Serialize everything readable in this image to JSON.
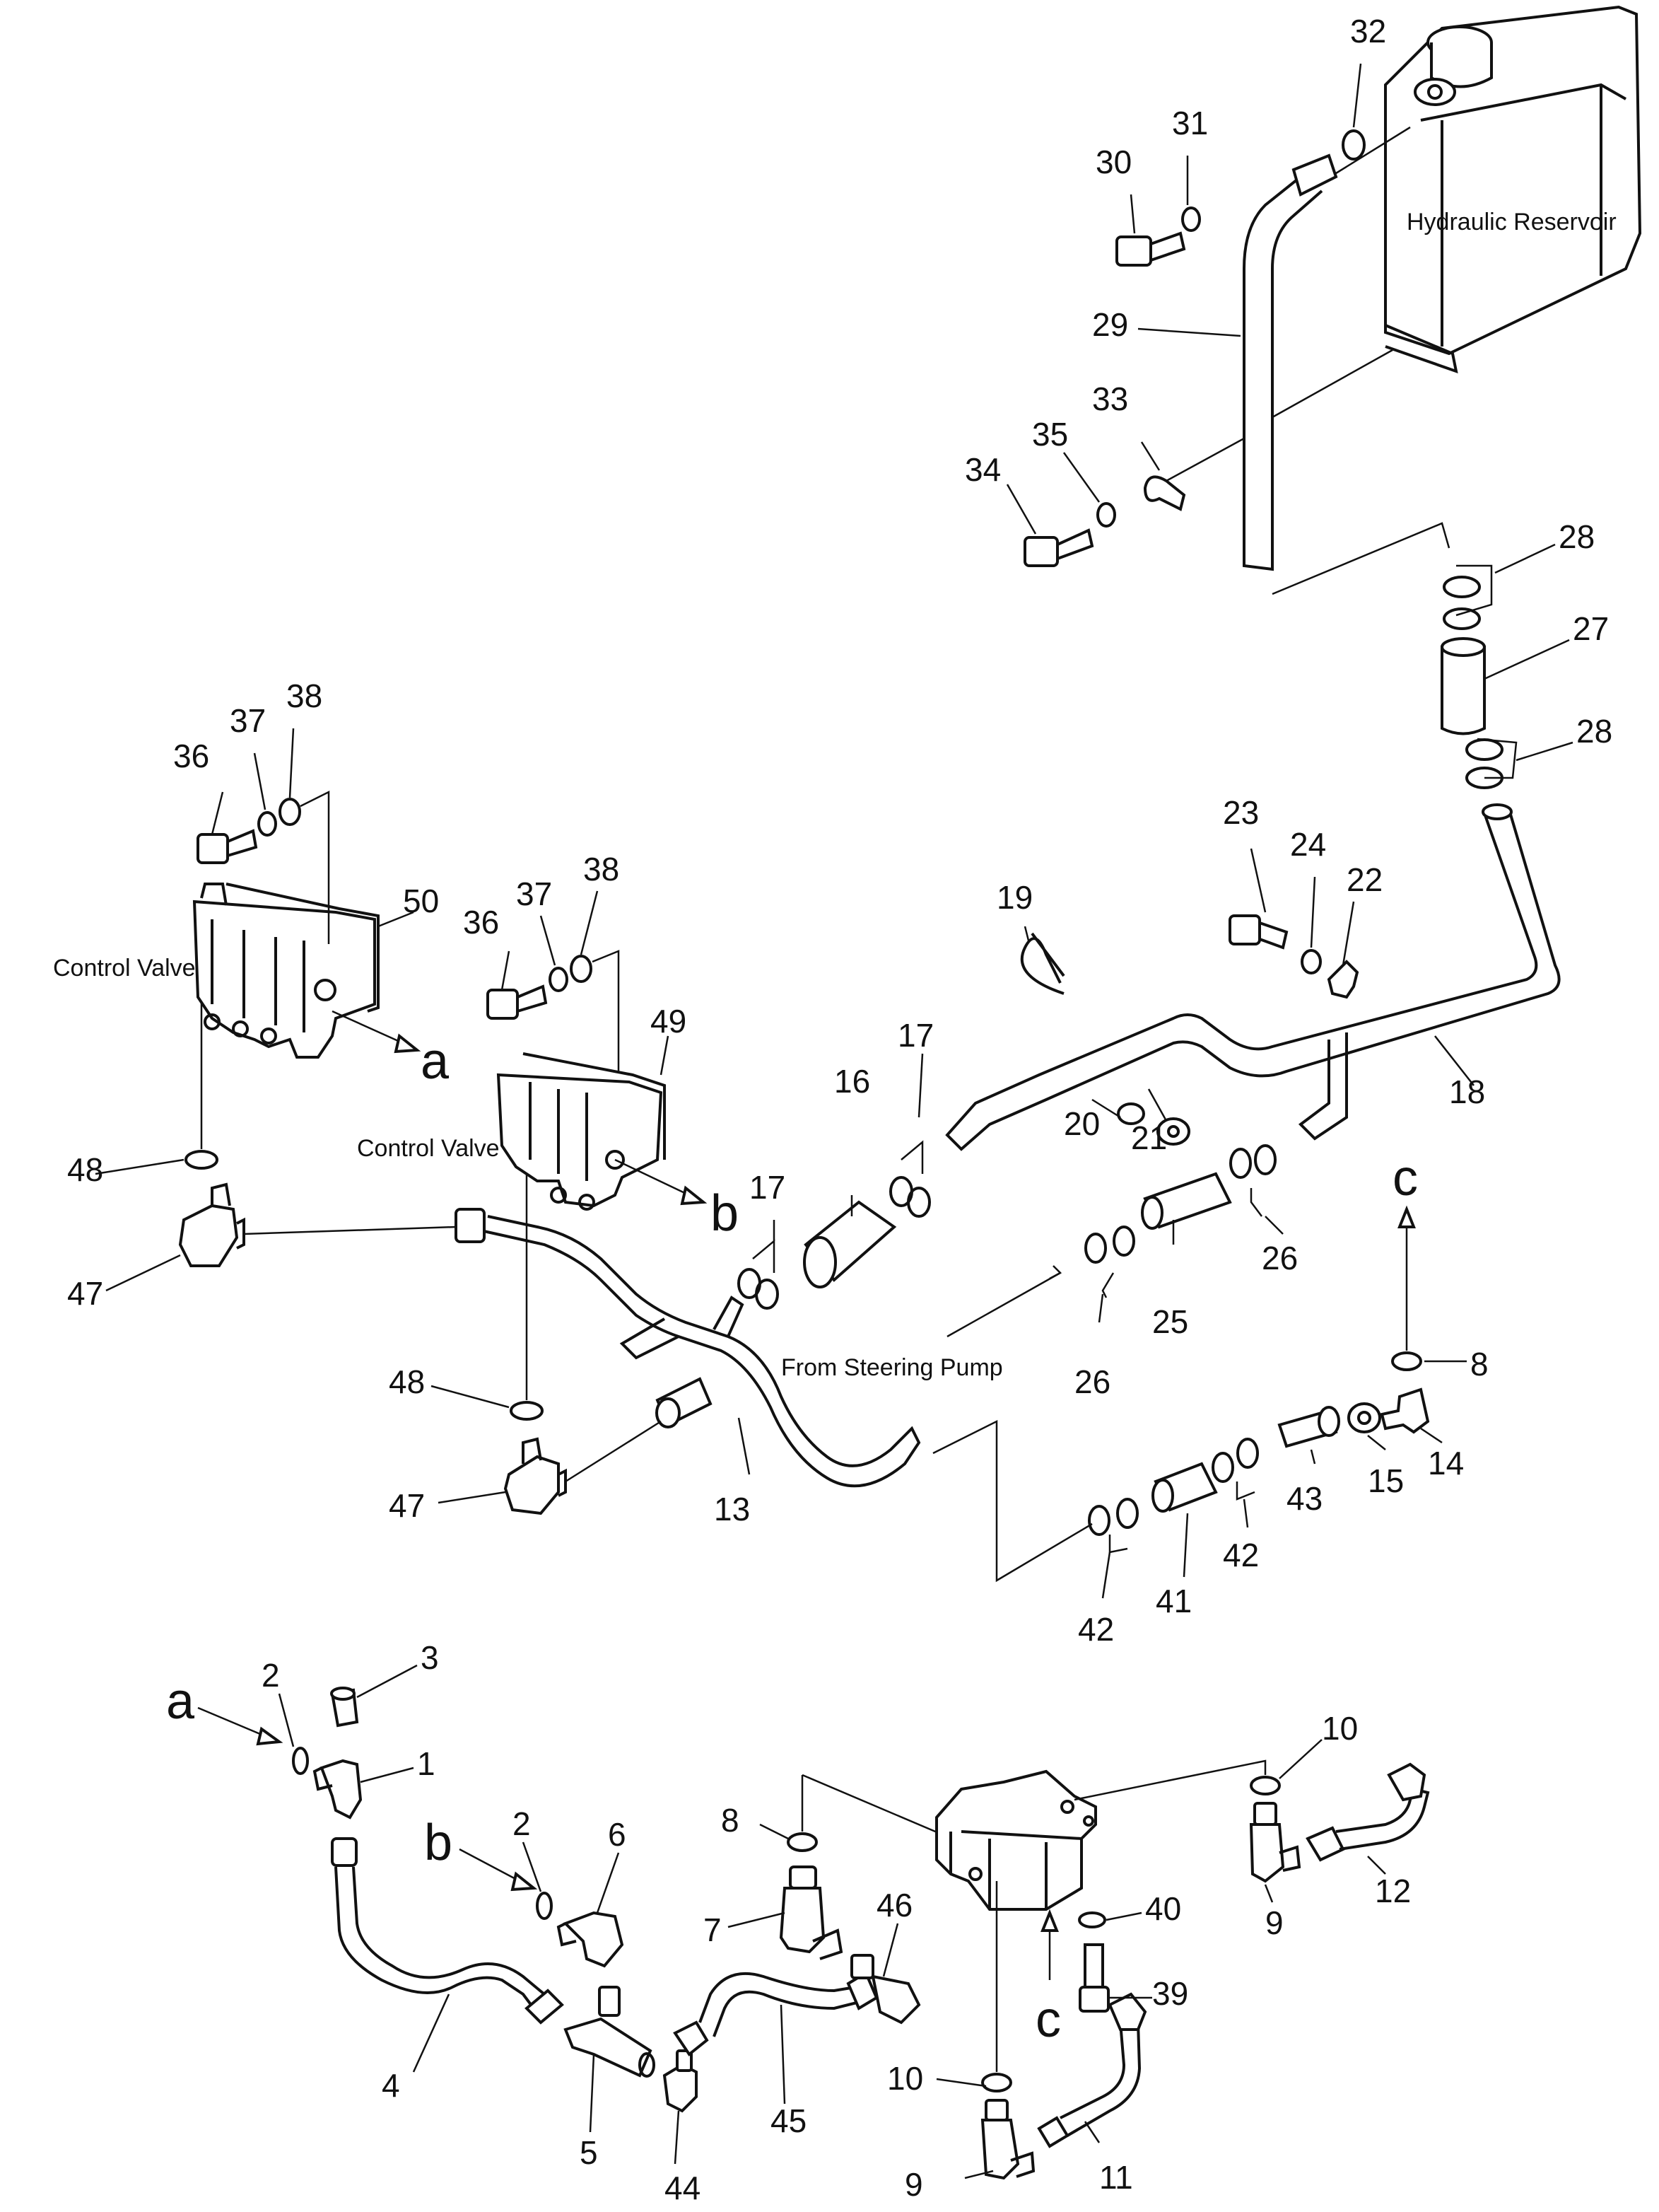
{
  "labels": {
    "hydraulic_reservoir": "Hydraulic Reservoir",
    "control_valve": "Control Valve",
    "from_steering_pump": "From Steering Pump",
    "letter_a": "a",
    "letter_b": "b",
    "letter_c": "c"
  },
  "callouts": [
    {
      "id": "c1",
      "text": "1"
    },
    {
      "id": "c2a",
      "text": "2"
    },
    {
      "id": "c2b",
      "text": "2"
    },
    {
      "id": "c3",
      "text": "3"
    },
    {
      "id": "c4",
      "text": "4"
    },
    {
      "id": "c5",
      "text": "5"
    },
    {
      "id": "c6",
      "text": "6"
    },
    {
      "id": "c7",
      "text": "7"
    },
    {
      "id": "c8a",
      "text": "8"
    },
    {
      "id": "c8b",
      "text": "8"
    },
    {
      "id": "c9a",
      "text": "9"
    },
    {
      "id": "c9b",
      "text": "9"
    },
    {
      "id": "c10a",
      "text": "10"
    },
    {
      "id": "c10b",
      "text": "10"
    },
    {
      "id": "c11",
      "text": "11"
    },
    {
      "id": "c12",
      "text": "12"
    },
    {
      "id": "c13",
      "text": "13"
    },
    {
      "id": "c14",
      "text": "14"
    },
    {
      "id": "c15",
      "text": "15"
    },
    {
      "id": "c16",
      "text": "16"
    },
    {
      "id": "c17a",
      "text": "17"
    },
    {
      "id": "c17b",
      "text": "17"
    },
    {
      "id": "c18",
      "text": "18"
    },
    {
      "id": "c19",
      "text": "19"
    },
    {
      "id": "c20",
      "text": "20"
    },
    {
      "id": "c21",
      "text": "21"
    },
    {
      "id": "c22",
      "text": "22"
    },
    {
      "id": "c23",
      "text": "23"
    },
    {
      "id": "c24",
      "text": "24"
    },
    {
      "id": "c25",
      "text": "25"
    },
    {
      "id": "c26a",
      "text": "26"
    },
    {
      "id": "c26b",
      "text": "26"
    },
    {
      "id": "c27",
      "text": "27"
    },
    {
      "id": "c28a",
      "text": "28"
    },
    {
      "id": "c28b",
      "text": "28"
    },
    {
      "id": "c29",
      "text": "29"
    },
    {
      "id": "c30",
      "text": "30"
    },
    {
      "id": "c31",
      "text": "31"
    },
    {
      "id": "c32",
      "text": "32"
    },
    {
      "id": "c33",
      "text": "33"
    },
    {
      "id": "c34",
      "text": "34"
    },
    {
      "id": "c35",
      "text": "35"
    },
    {
      "id": "c36a",
      "text": "36"
    },
    {
      "id": "c36b",
      "text": "36"
    },
    {
      "id": "c37a",
      "text": "37"
    },
    {
      "id": "c37b",
      "text": "37"
    },
    {
      "id": "c38a",
      "text": "38"
    },
    {
      "id": "c38b",
      "text": "38"
    },
    {
      "id": "c39",
      "text": "39"
    },
    {
      "id": "c40",
      "text": "40"
    },
    {
      "id": "c41",
      "text": "41"
    },
    {
      "id": "c42a",
      "text": "42"
    },
    {
      "id": "c42b",
      "text": "42"
    },
    {
      "id": "c43",
      "text": "43"
    },
    {
      "id": "c44",
      "text": "44"
    },
    {
      "id": "c45",
      "text": "45"
    },
    {
      "id": "c46",
      "text": "46"
    },
    {
      "id": "c47a",
      "text": "47"
    },
    {
      "id": "c47b",
      "text": "47"
    },
    {
      "id": "c48a",
      "text": "48"
    },
    {
      "id": "c48b",
      "text": "48"
    },
    {
      "id": "c49",
      "text": "49"
    },
    {
      "id": "c50",
      "text": "50"
    }
  ]
}
